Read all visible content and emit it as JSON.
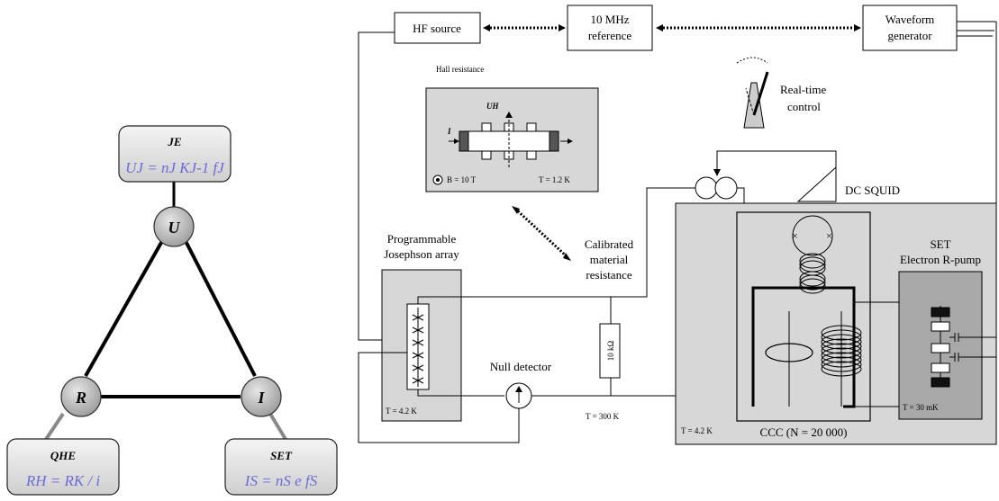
{
  "triangle": {
    "je": {
      "title": "JE",
      "eq": "UJ = nJ KJ-1 fJ"
    },
    "qhe": {
      "title": "QHE",
      "eq": "RH = RK / i"
    },
    "set": {
      "title": "SET",
      "eq": "IS = nS e fS"
    },
    "nodes": {
      "u": "U",
      "r": "R",
      "i": "I"
    }
  },
  "circuit": {
    "hf_source": "HF source",
    "ref_line1": "10 MHz",
    "ref_line2": "reference",
    "wave_line1": "Waveform",
    "wave_line2": "generator",
    "hall_resistance": "Hall resistance",
    "hall_uh": "UH",
    "hall_i": "I",
    "hall_b": "B = 10 T",
    "hall_t": "T = 1.2 K",
    "realtime1": "Real-time",
    "realtime2": "control",
    "dc_squid": "DC SQUID",
    "pja_line1": "Programmable",
    "pja_line2": "Josephson array",
    "pja_t": "T = 4.2 K",
    "calib1": "Calibrated",
    "calib2": "material",
    "calib3": "resistance",
    "resistor": "10 kΩ",
    "null_detector": "Null detector",
    "room_t": "T = 300 K",
    "set1": "SET",
    "set2": "Electron R-pump",
    "set_t": "T = 30 mK",
    "cryo_t": "T = 4.2 K",
    "ccc": "CCC (N = 20 000)"
  }
}
